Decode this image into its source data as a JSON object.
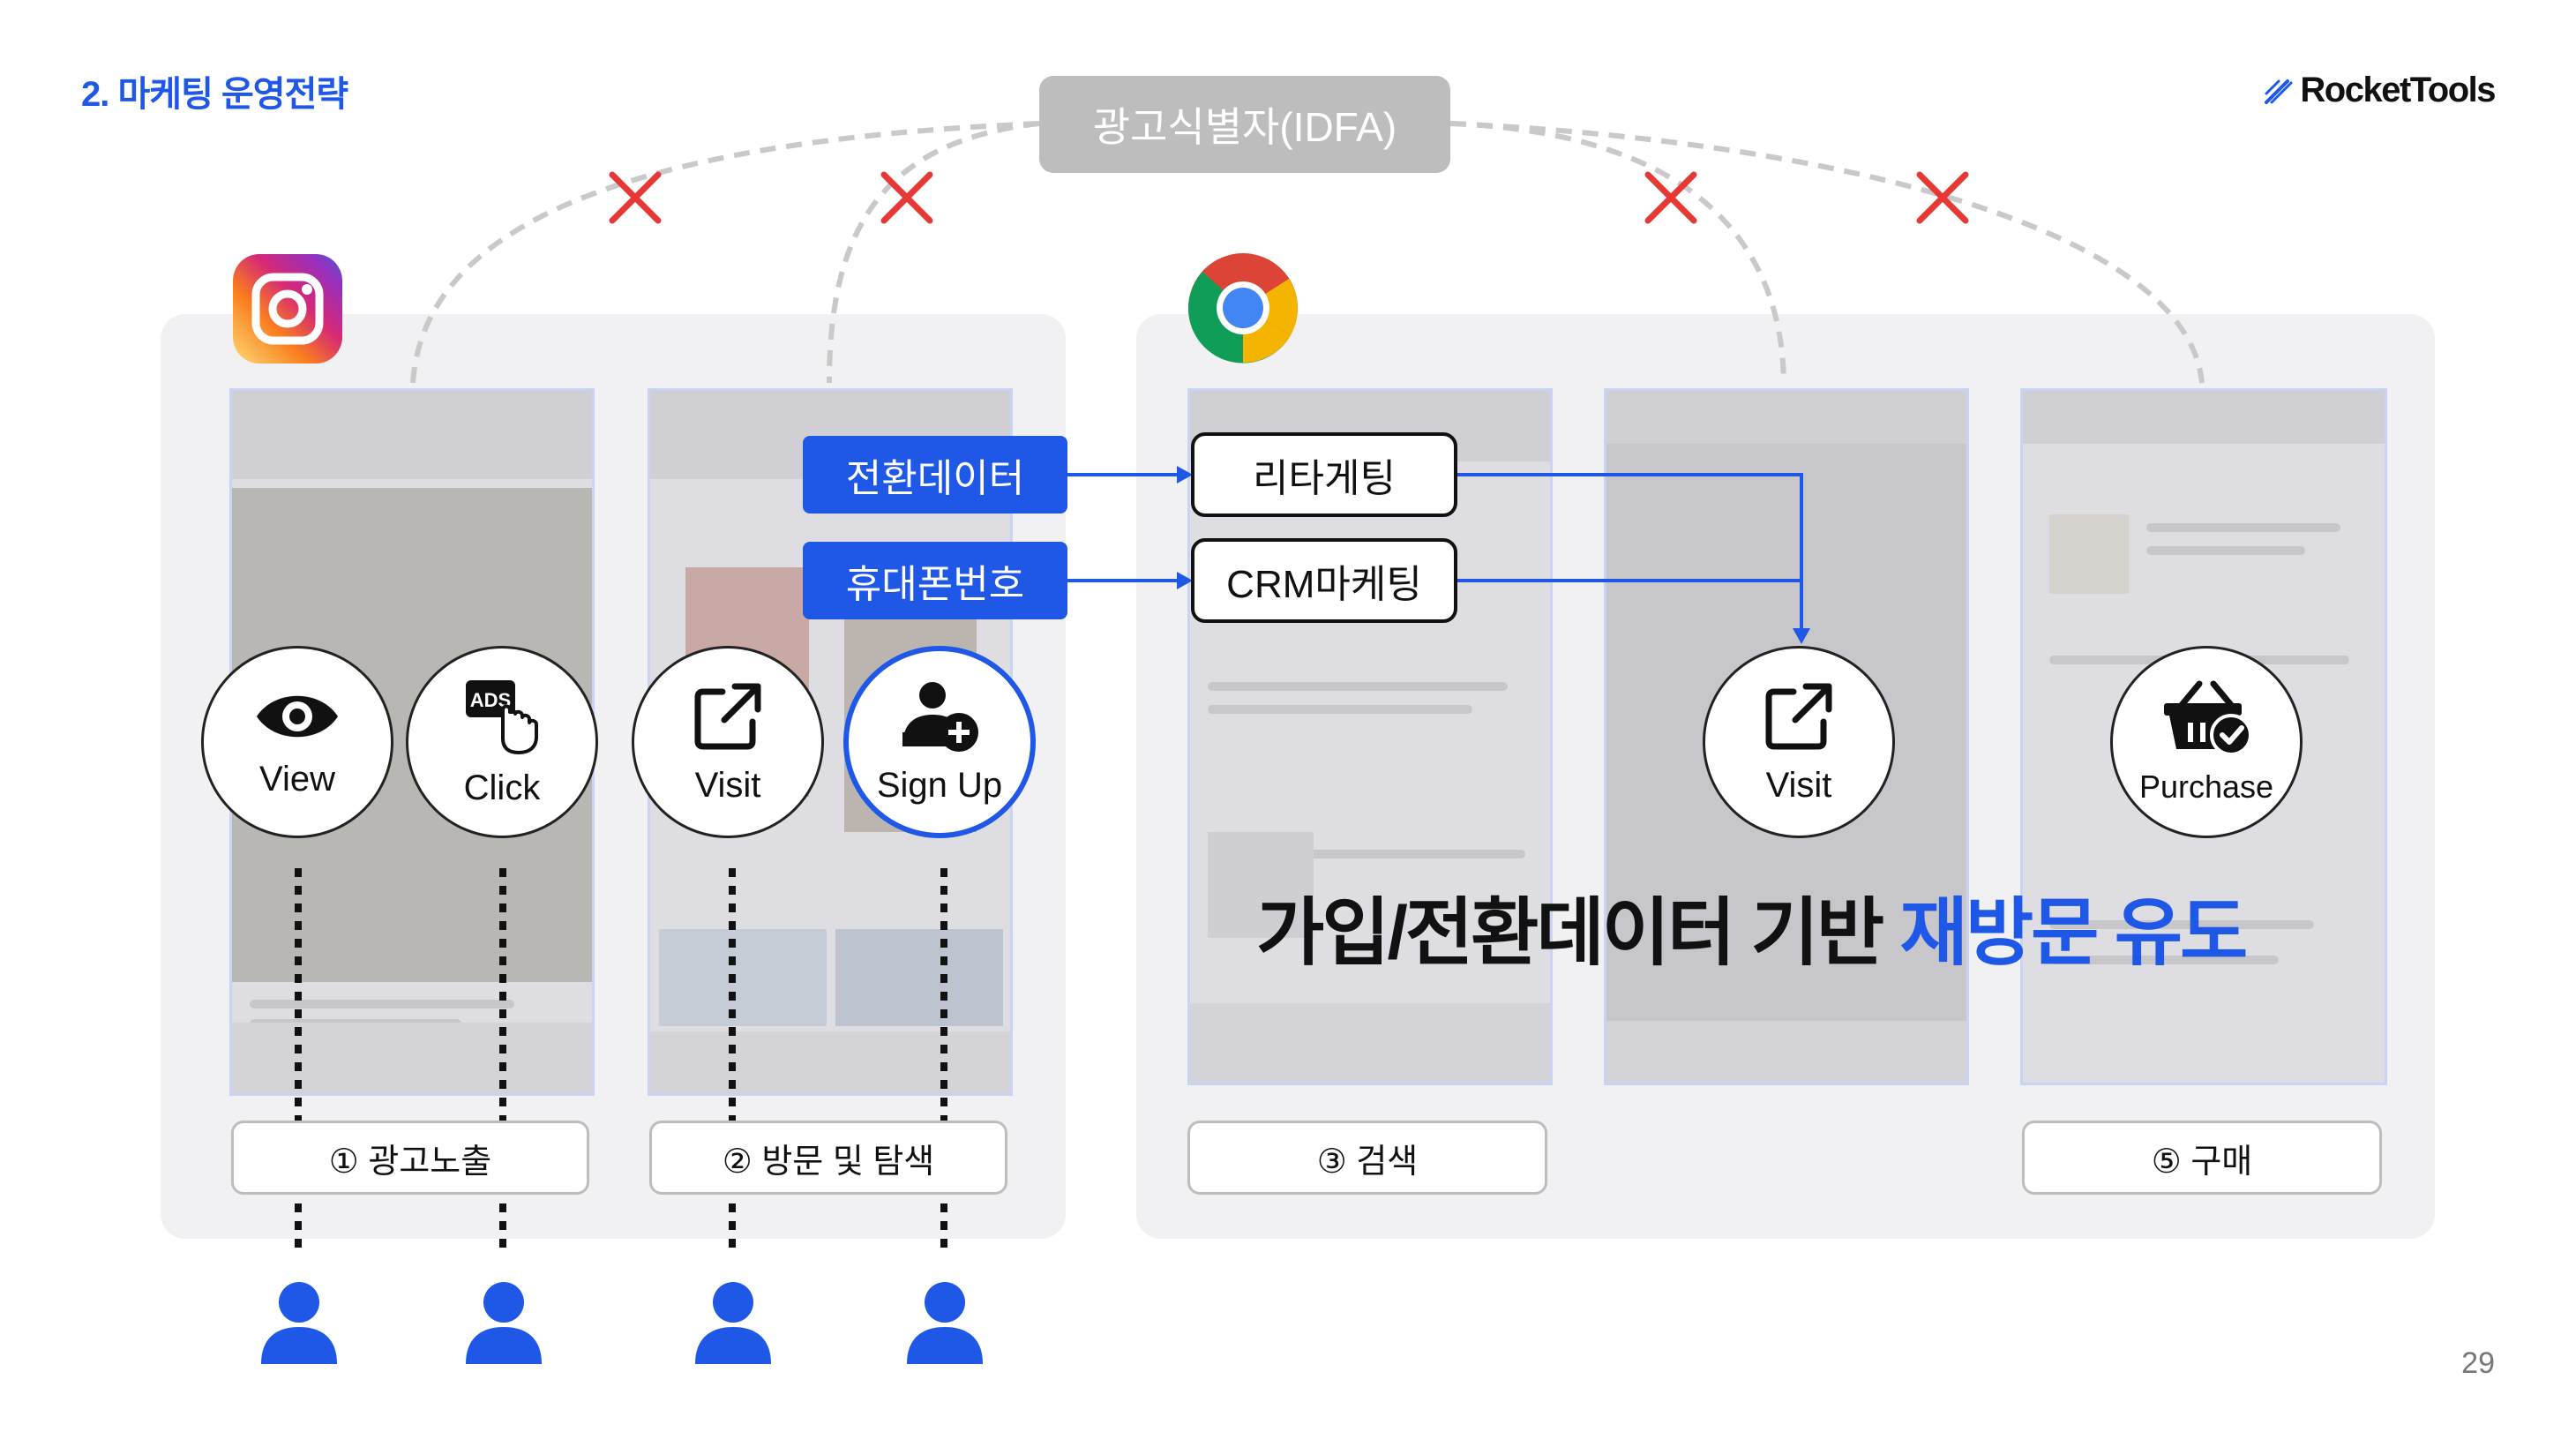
{
  "header": {
    "section_title": "2. 마케팅 운영전략",
    "brand": "RocketTools",
    "page_number": "29"
  },
  "identifier": {
    "label": "광고식별자(IDFA)"
  },
  "headline": {
    "prefix": "가입/전환데이터 기반",
    "highlight": "재방문 유도"
  },
  "data_tags": {
    "conversion": "전환데이터",
    "phone": "휴대폰번호"
  },
  "channels": {
    "retargeting": "리타게팅",
    "crm": "CRM마케팅"
  },
  "actions": {
    "view": "View",
    "click": "Click",
    "visit": "Visit",
    "signup": "Sign Up",
    "visit2": "Visit",
    "purchase": "Purchase"
  },
  "steps": {
    "exposure": "① 광고노출",
    "browse": "② 방문 및 탐색",
    "search": "③ 검색",
    "purchase": "⑤ 구매"
  },
  "colors": {
    "accent": "#1f57e7",
    "cross": "#e53935",
    "panel": "#f1f1f3",
    "idfa": "#bdbdbd"
  },
  "icons": [
    "instagram-icon",
    "chrome-icon",
    "eye-icon",
    "ad-click-icon",
    "external-link-icon",
    "add-user-icon",
    "shopping-basket-icon",
    "user-icon",
    "cross-icon"
  ]
}
